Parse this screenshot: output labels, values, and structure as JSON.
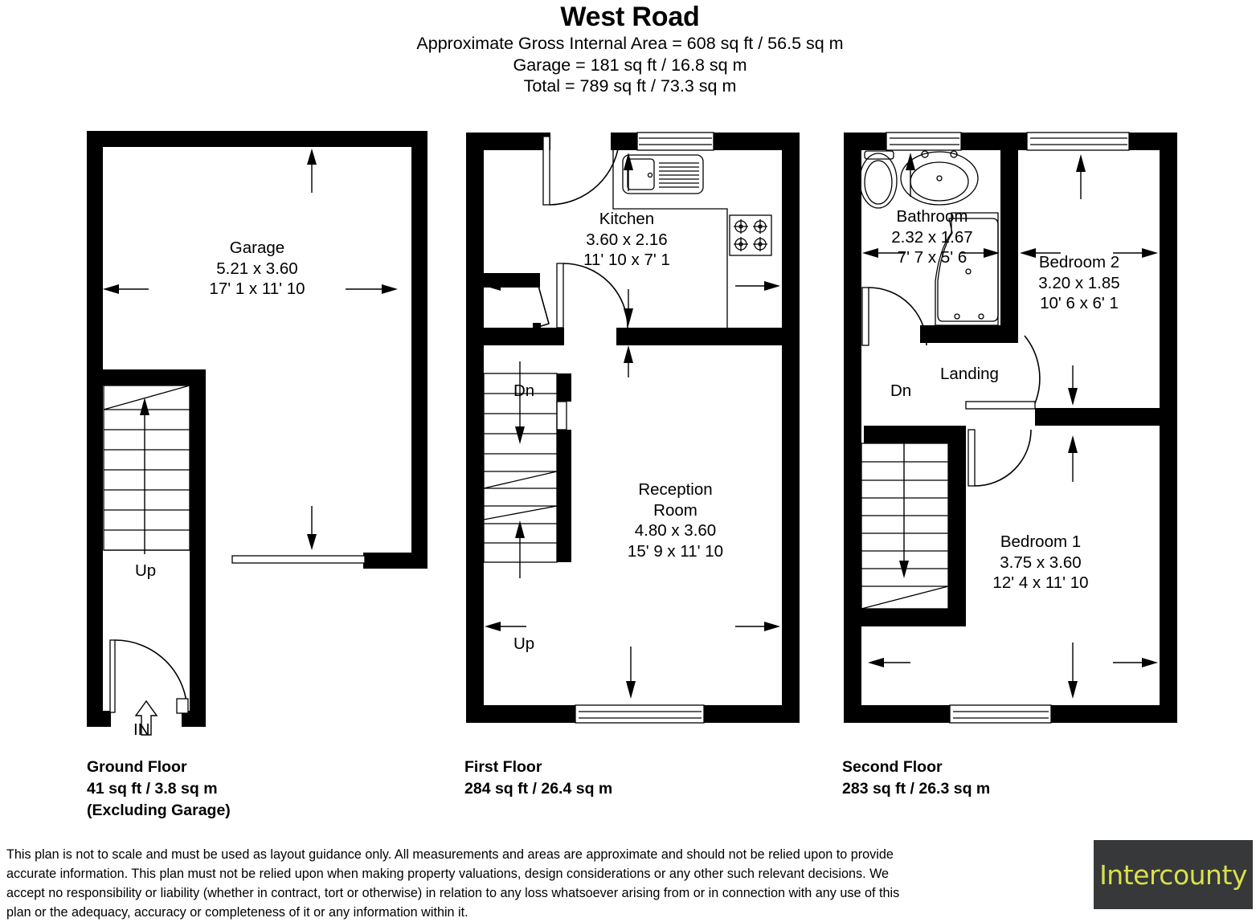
{
  "header": {
    "title": "West Road",
    "lines": [
      "Approximate Gross Internal Area = 608 sq ft / 56.5 sq m",
      "Garage = 181 sq ft / 16.8 sq m",
      "Total = 789 sq ft / 73.3 sq m"
    ]
  },
  "floors": [
    {
      "id": "ground",
      "caption_name": "Ground Floor",
      "caption_area": "41 sq ft / 3.8 sq m",
      "caption_note": "(Excluding Garage)",
      "rooms": [
        {
          "name": "Garage",
          "metric": "5.21 x 3.60",
          "imperial": "17' 1 x 11' 10"
        }
      ],
      "markers": [
        {
          "text": "Up",
          "kind": "stair-direction"
        },
        {
          "text": "IN",
          "kind": "entrance"
        }
      ]
    },
    {
      "id": "first",
      "caption_name": "First Floor",
      "caption_area": "284 sq ft / 26.4 sq m",
      "caption_note": "",
      "rooms": [
        {
          "name": "Kitchen",
          "metric": "3.60 x 2.16",
          "imperial": "11' 10 x 7' 1"
        },
        {
          "name": "Reception",
          "name2": "Room",
          "metric": "4.80 x 3.60",
          "imperial": "15' 9 x 11' 10"
        }
      ],
      "markers": [
        {
          "text": "Dn",
          "kind": "stair-direction"
        },
        {
          "text": "Up",
          "kind": "stair-direction"
        }
      ]
    },
    {
      "id": "second",
      "caption_name": "Second Floor",
      "caption_area": "283 sq ft / 26.3 sq m",
      "caption_note": "",
      "rooms": [
        {
          "name": "Bathroom",
          "metric": "2.32 x 1.67",
          "imperial": "7' 7 x 5' 6"
        },
        {
          "name": "Bedroom 2",
          "metric": "3.20 x 1.85",
          "imperial": "10' 6 x 6' 1"
        },
        {
          "name": "Bedroom 1",
          "metric": "3.75 x 3.60",
          "imperial": "12' 4 x 11' 10"
        },
        {
          "name": "Landing",
          "metric": "",
          "imperial": ""
        }
      ],
      "markers": [
        {
          "text": "Dn",
          "kind": "stair-direction"
        }
      ]
    }
  ],
  "disclaimer": "This plan is not to scale and must be used as layout guidance only. All measurements and areas are approximate and should not be relied upon to provide accurate information. This plan must not be relied upon when making property valuations, design considerations or any other such relevant decisions. We accept no responsibility or liability (whether in contract, tort or otherwise) in relation to any loss whatsoever arising from or in connection with any use of this plan or the adequacy, accuracy or completeness of it or any information within it.",
  "logo": {
    "text": "Intercounty",
    "background_color": "#36383a",
    "text_color": "#d9e04a"
  }
}
